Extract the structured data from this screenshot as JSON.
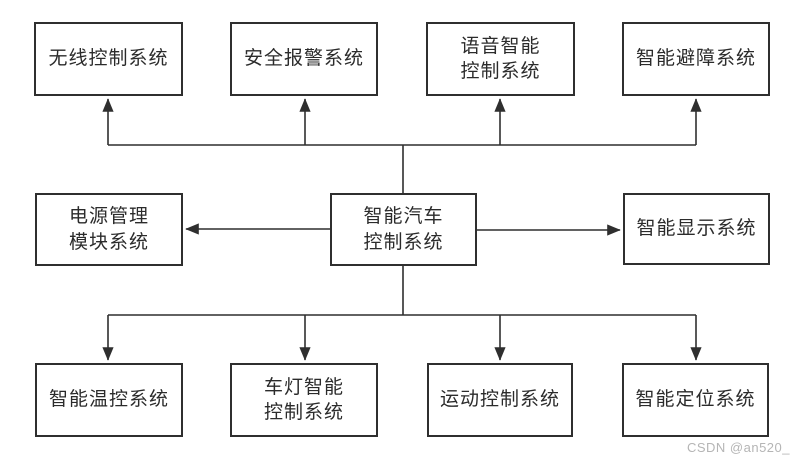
{
  "colors": {
    "line": "#2f2f2f",
    "text": "#2b2b2b",
    "box-bg": "#ffffff",
    "page-bg": "#ffffff",
    "watermark": "#b5b5b5"
  },
  "nodes": {
    "top": [
      {
        "label": "无线控制系统"
      },
      {
        "label": "安全报警系统"
      },
      {
        "label": "语音智能\n控制系统"
      },
      {
        "label": "智能避障系统"
      }
    ],
    "middle_left": {
      "label": "电源管理\n模块系统"
    },
    "center": {
      "label": "智能汽车\n控制系统"
    },
    "middle_right": {
      "label": "智能显示系统"
    },
    "bottom": [
      {
        "label": "智能温控系统"
      },
      {
        "label": "车灯智能\n控制系统"
      },
      {
        "label": "运动控制系统"
      },
      {
        "label": "智能定位系统"
      }
    ]
  },
  "watermark": "CSDN @an520_"
}
